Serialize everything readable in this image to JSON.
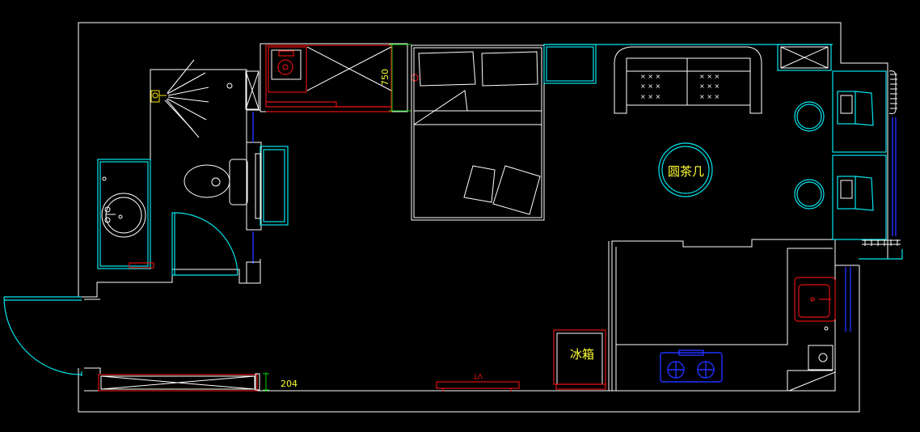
{
  "labels": {
    "coffee_table": "圆茶几",
    "fridge": "冰箱"
  },
  "dimensions": {
    "wardrobe_depth": "750",
    "shoe_cabinet_depth": "204"
  },
  "colors": {
    "background": "#000000",
    "wall": "#ffffff",
    "furniture_cyan": "#00e5ee",
    "fixture_red": "#e01010",
    "window_blue": "#2030ff",
    "dimension_green": "#00d000",
    "text_yellow": "#ffff33"
  }
}
